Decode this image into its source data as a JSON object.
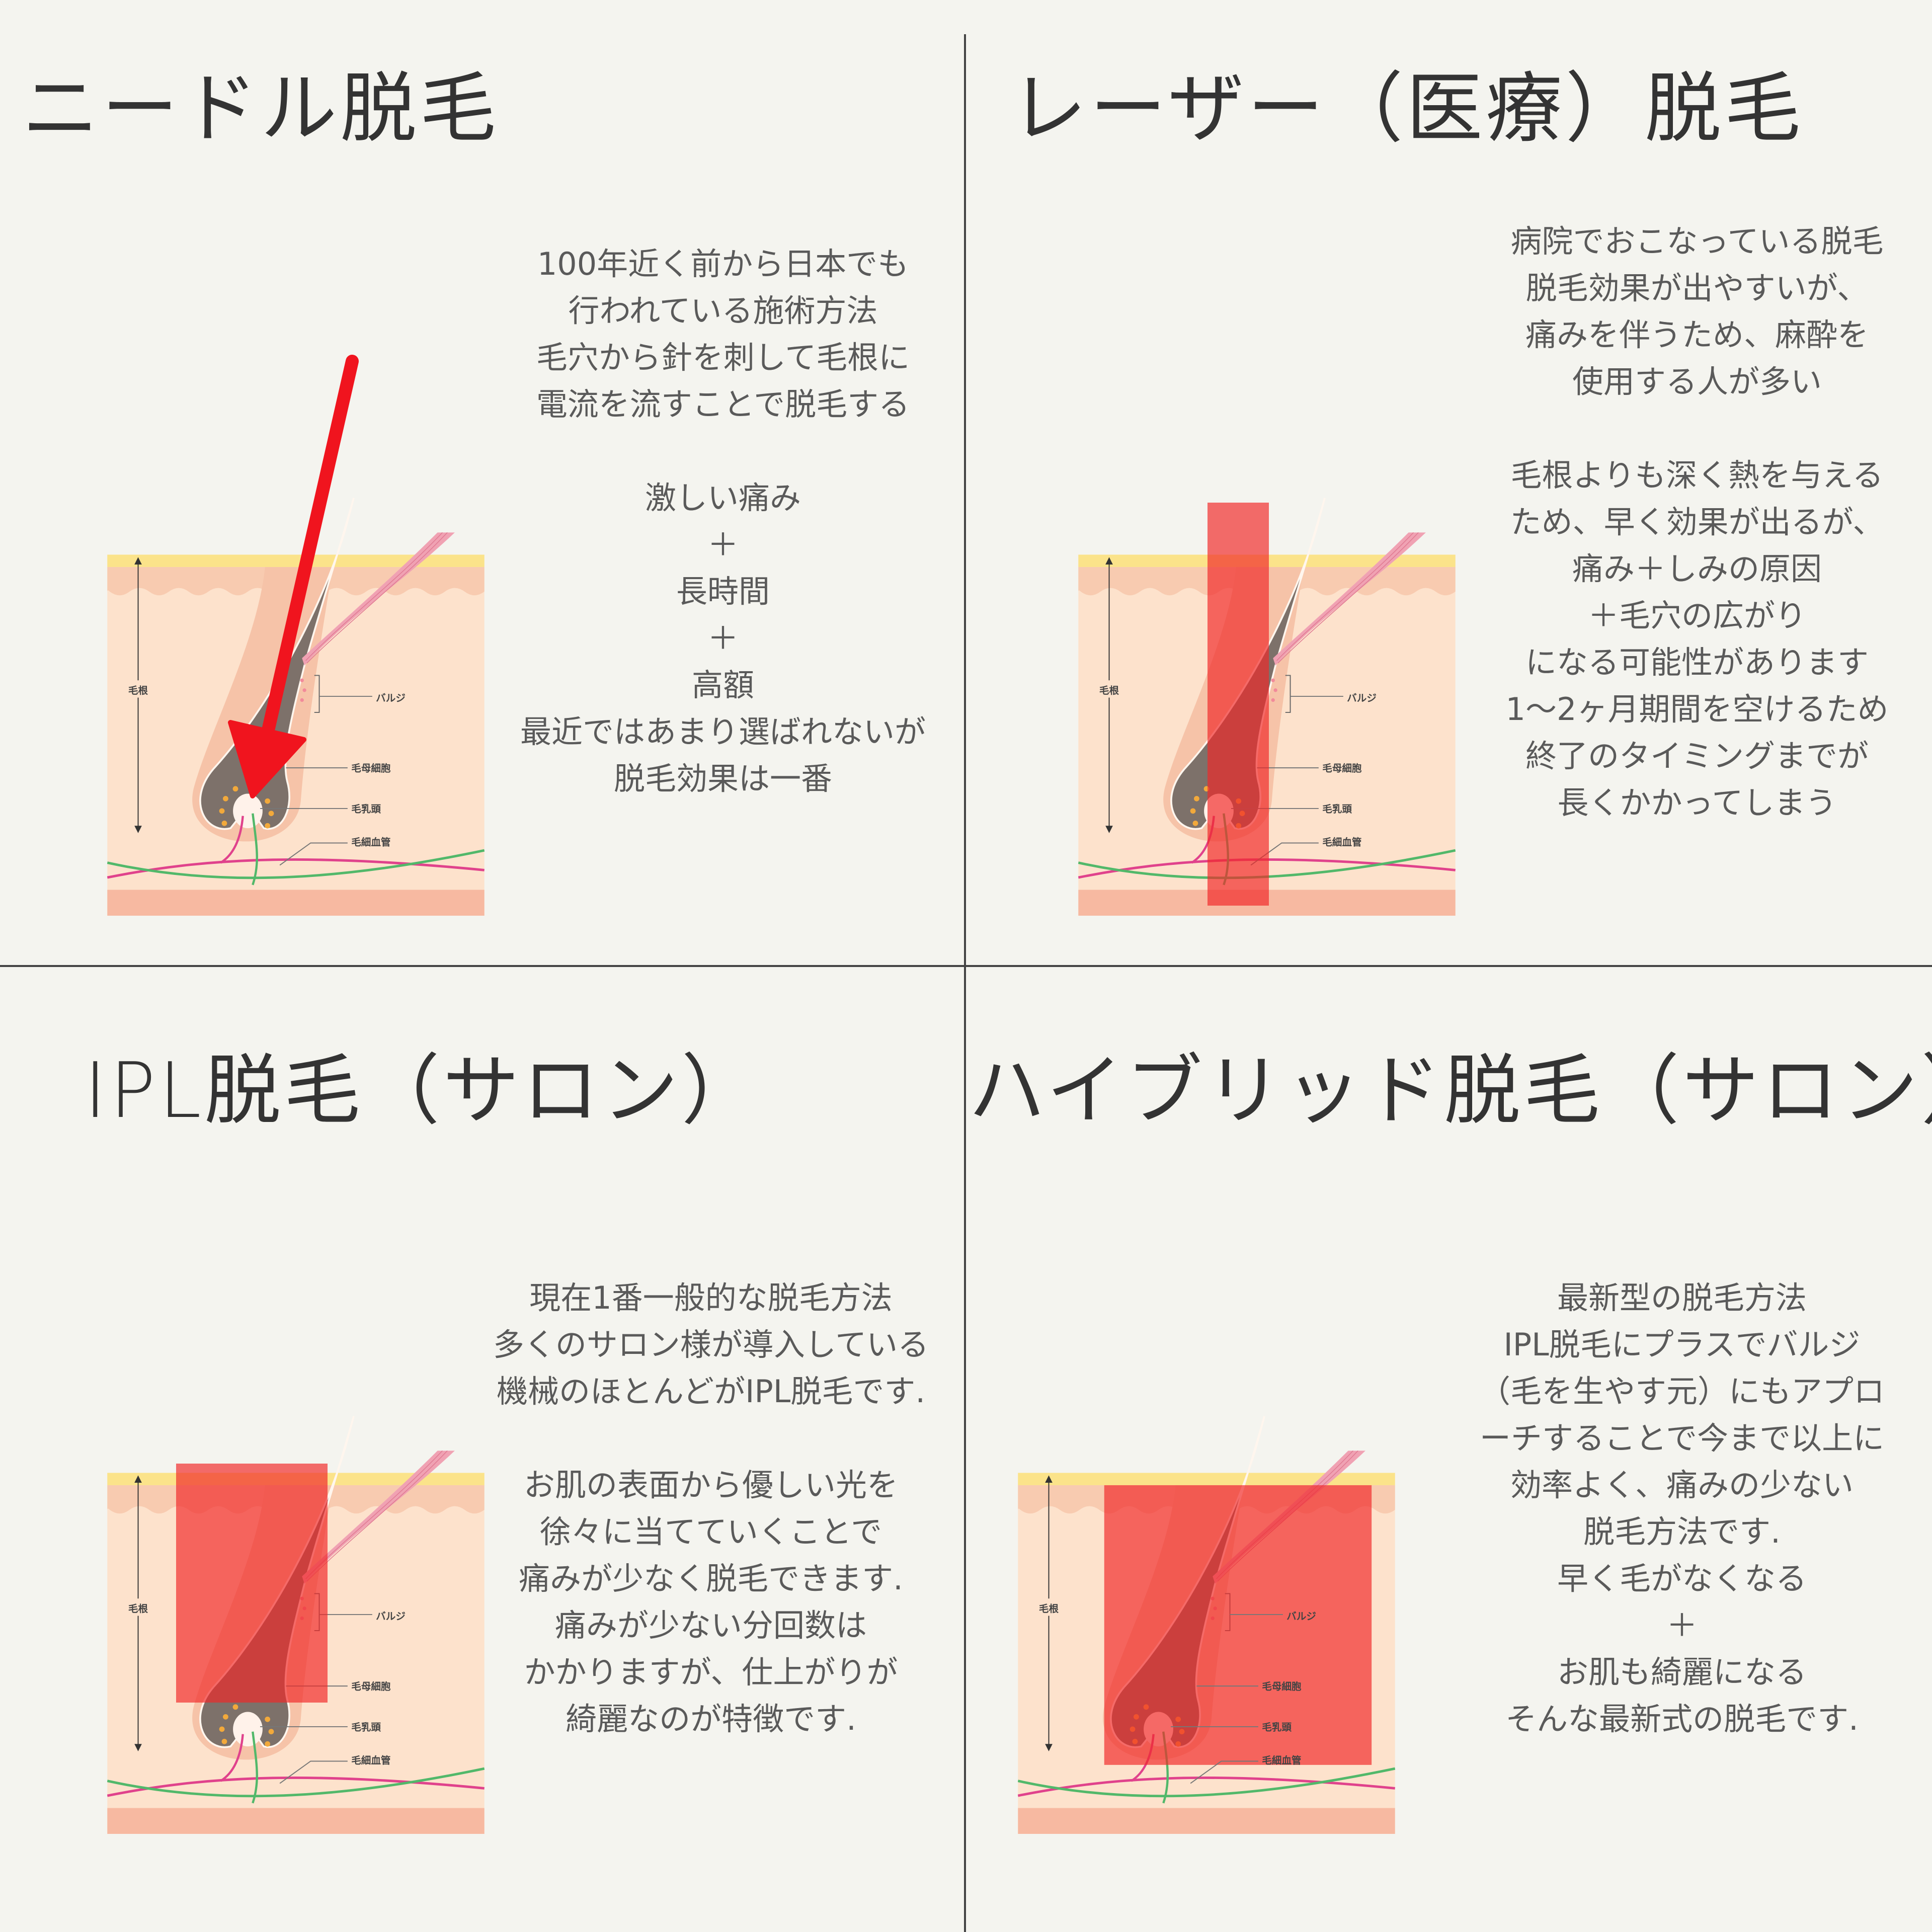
{
  "quadrants": [
    {
      "title": "ニードル脱毛",
      "lines": [
        "100年近く前から日本でも",
        "行われている施術方法",
        "毛穴から針を刺して毛根に",
        "電流を流すことで脱毛する",
        "",
        "激しい痛み",
        "＋",
        "長時間",
        "＋",
        "高額",
        "最近ではあまり選ばれないが",
        "脱毛効果は一番"
      ],
      "overlay": "arrow"
    },
    {
      "title": "レーザー（医療）脱毛",
      "lines": [
        "病院でおこなっている脱毛",
        "脱毛効果が出やすいが、",
        "痛みを伴うため、麻酔を",
        "使用する人が多い",
        "",
        "毛根よりも深く熱を与える",
        "ため、早く効果が出るが、",
        "痛み＋しみの原因",
        "＋毛穴の広がり",
        "になる可能性があります",
        "1〜2ヶ月期間を空けるため",
        "終了のタイミングまでが",
        "長くかかってしまう"
      ],
      "overlay": "narrow-beam"
    },
    {
      "title": "IPL脱毛（サロン）",
      "lines": [
        "現在1番一般的な脱毛方法",
        "多くのサロン様が導入している",
        "機械のほとんどがIPL脱毛です.",
        "",
        "お肌の表面から優しい光を",
        "徐々に当てていくことで",
        "痛みが少なく脱毛できます.",
        "痛みが少ない分回数は",
        "かかりますが、仕上がりが",
        "綺麗なのが特徴です."
      ],
      "overlay": "upper-area"
    },
    {
      "title": "ハイブリッド脱毛（サロン）",
      "lines": [
        "最新型の脱毛方法",
        "IPL脱毛にプラスでバルジ",
        "（毛を生やす元）にもアプロ",
        "ーチすることで今まで以上に",
        "効率よく、痛みの少ない",
        "脱毛方法です.",
        "早く毛がなくなる",
        "＋",
        "お肌も綺麗になる",
        "そんな最新式の脱毛です."
      ],
      "overlay": "wide-area"
    }
  ],
  "diagram": {
    "labels": {
      "root": "毛根",
      "bulge": "バルジ",
      "matrix": "毛母細胞",
      "papilla": "毛乳頭",
      "capillary": "毛細血管"
    }
  },
  "colors": {
    "overlay_red": "#f02828",
    "arrow_red": "#f0141e",
    "background": "#f4f4ef"
  }
}
